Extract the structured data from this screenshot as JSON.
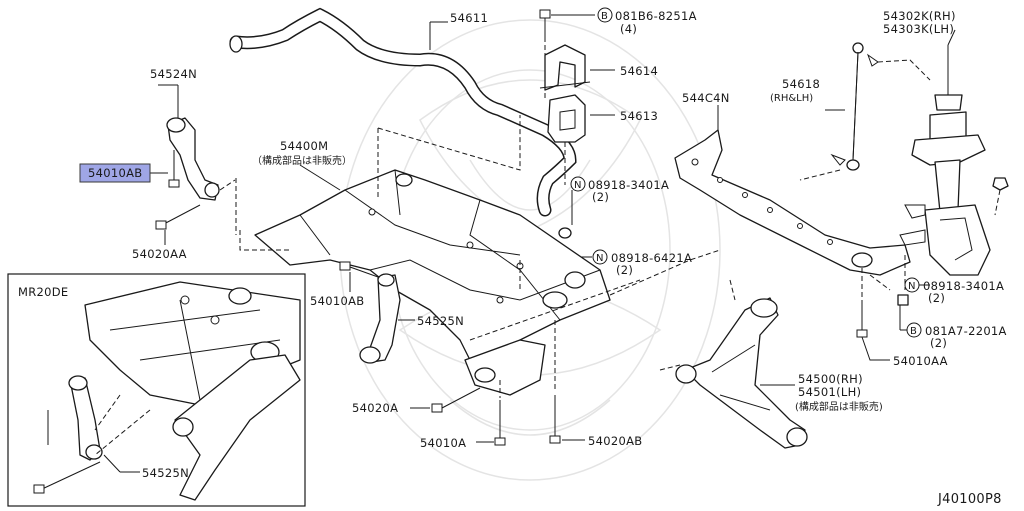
{
  "diagram": {
    "code": "J40100P8",
    "inset_title": "MR20DE",
    "highlighted_part": "54010AB",
    "labels": {
      "p54611": "54611",
      "p54524n": "54524N",
      "p54010ab_hl": "54010AB",
      "p54020aa_left": "54020AA",
      "p54400m": "54400M",
      "p54400m_note": "（構成部品は非販売）",
      "p081b6_circle": "B",
      "p081b6": "081B6-8251A",
      "p081b6_qty": "(4)",
      "p54614": "54614",
      "p54613": "54613",
      "p08918_3401a_mid_circle": "N",
      "p08918_3401a_mid": "08918-3401A",
      "p08918_3401a_mid_qty": "(2)",
      "p08918_6421a_circle": "N",
      "p08918_6421a": "08918-6421A",
      "p08918_6421a_qty": "(2)",
      "p544c4n": "544C4N",
      "p54618": "54618",
      "p54618_note": "(RH&LH)",
      "p54302k": "54302K(RH)",
      "p54303k": "54303K(LH)",
      "p08918_3401a_right_circle": "N",
      "p08918_3401a_right": "08918-3401A",
      "p08918_3401a_right_qty": "(2)",
      "p081a7_circle": "B",
      "p081a7": "081A7-2201A",
      "p081a7_qty": "(2)",
      "p54010aa_right": "54010AA",
      "p54500": "54500(RH)",
      "p54501": "54501(LH)",
      "p54500_note": "(構成部品は非販売)",
      "p54010ab_mid": "54010AB",
      "p54525n_mid": "54525N",
      "p54020a": "54020A",
      "p54010a": "54010A",
      "p54020ab": "54020AB",
      "p54525n_inset": "54525N"
    }
  }
}
